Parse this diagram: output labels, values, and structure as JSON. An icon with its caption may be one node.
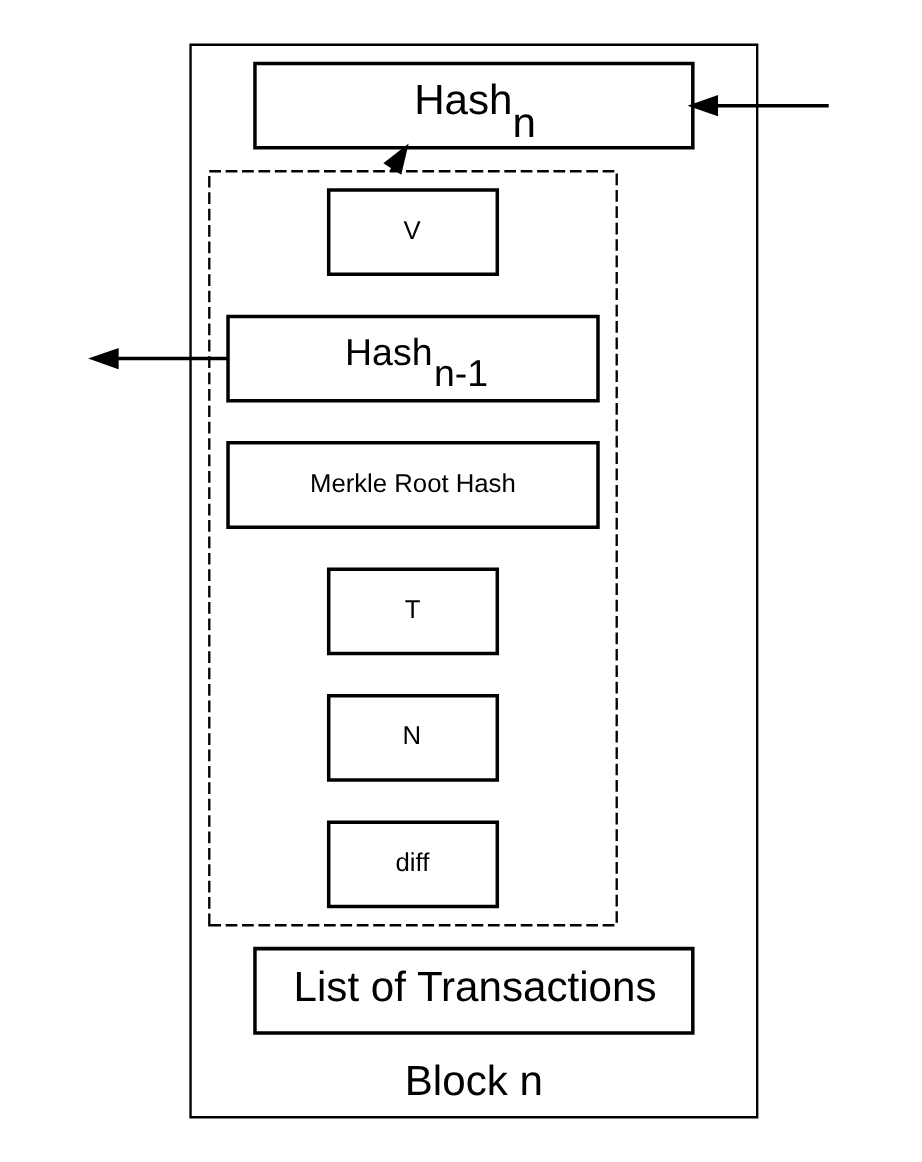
{
  "diagram": {
    "nodes": [
      {
        "text": [
          "Block n"
        ]
      },
      {
        "text": [
          "Hash$_{n}$"
        ],
        "in": 0
      },
      {
        "text": [],
        "shape": "box",
        "in": 0
      },
      {
        "text": [
          "V"
        ],
        "in": 2
      },
      {
        "text": [
          "Hash$_{n-1}$"
        ],
        "in": 2
      },
      {
        "text": [
          "Merkle Root Hash"
        ],
        "in": 2
      },
      {
        "text": [
          "T"
        ],
        "in": 2
      },
      {
        "text": [
          "N"
        ],
        "in": 2
      },
      {
        "text": [
          "diff"
        ],
        "in": 2
      },
      {
        "text": [
          "List of Transactions"
        ],
        "in": 0
      }
    ],
    "edges": [
      {
        "from": 2,
        "to": 1,
        "arrow": "to"
      },
      {
        "from": 4,
        "to": null,
        "arrow": "to"
      },
      {
        "from": null,
        "to": 1,
        "arrow": "to"
      }
    ]
  }
}
